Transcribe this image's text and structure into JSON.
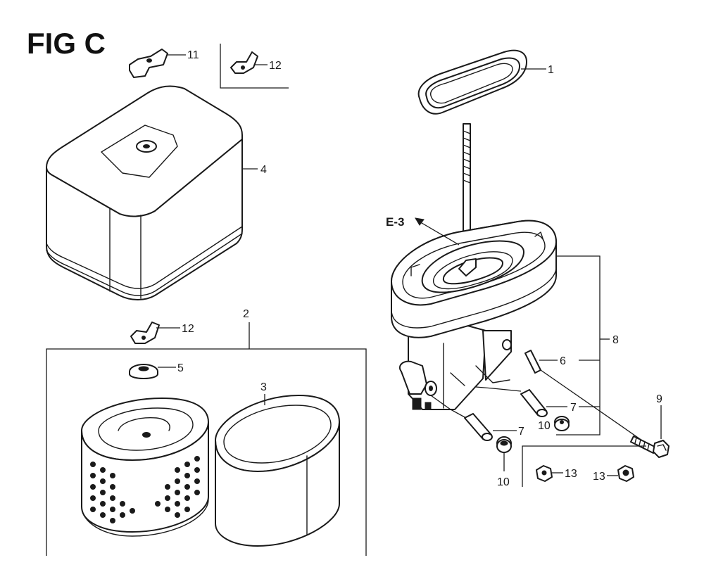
{
  "figure": {
    "title": "FIG C",
    "ref_label": "E-3"
  },
  "callouts": {
    "c1": "1",
    "c2": "2",
    "c3": "3",
    "c4": "4",
    "c5": "5",
    "c6": "6",
    "c7a": "7",
    "c7b": "7",
    "c8": "8",
    "c9": "9",
    "c10a": "10",
    "c10b": "10",
    "c11": "11",
    "c12a": "12",
    "c12b": "12",
    "c13a": "13",
    "c13b": "13"
  },
  "parts": [
    {
      "callout": "1",
      "icon": "gasket-icon"
    },
    {
      "callout": "2",
      "icon": "element-set-icon"
    },
    {
      "callout": "3",
      "icon": "outer-foam-icon"
    },
    {
      "callout": "4",
      "icon": "cover-icon"
    },
    {
      "callout": "5",
      "icon": "grommet-icon"
    },
    {
      "callout": "6",
      "icon": "pin-icon"
    },
    {
      "callout": "7",
      "icon": "collar-icon"
    },
    {
      "callout": "8",
      "icon": "case-assembly-icon"
    },
    {
      "callout": "9",
      "icon": "bolt-icon"
    },
    {
      "callout": "10",
      "icon": "grommet-icon"
    },
    {
      "callout": "11",
      "icon": "wing-nut-icon"
    },
    {
      "callout": "12",
      "icon": "wing-nut-icon"
    },
    {
      "callout": "13",
      "icon": "nut-icon"
    }
  ]
}
